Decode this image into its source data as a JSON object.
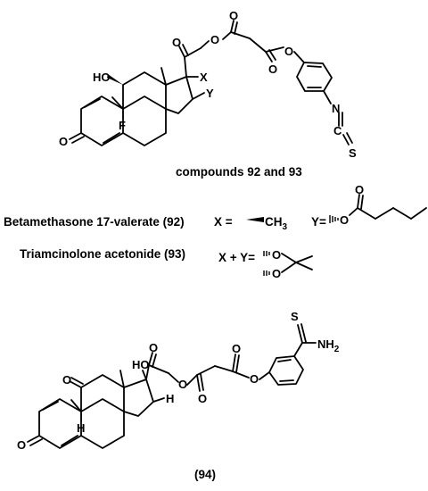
{
  "figure": {
    "top_structure": {
      "atoms": {
        "ho": "HO",
        "f": "F",
        "o_ketone": "O",
        "x": "X",
        "y": "Y",
        "o_c20": "O",
        "o_ester1": "O",
        "o_carbonyl1": "O",
        "o_carbonyl2": "O",
        "o_ester2": "O",
        "n": "N",
        "c": "C",
        "s": "S"
      },
      "caption": "compounds 92 and 93"
    },
    "definitions": {
      "betamethasone": {
        "label": "Betamethasone 17-valerate (92)",
        "x_eq": "X =",
        "ch3": "CH",
        "ch3_sub": "3",
        "y_eq": "Y=",
        "o_link": "O",
        "o_carbonyl": "O"
      },
      "triamcinolone": {
        "label": "Triamcinolone acetonide (93)",
        "xy_eq": "X + Y=",
        "o1": "O",
        "o2": "O"
      }
    },
    "bottom_structure": {
      "atoms": {
        "s": "S",
        "nh": "NH",
        "nh_sub": "2",
        "ho": "HO",
        "o_c11": "O",
        "o_c20": "O",
        "h_c9": "H",
        "h_c16": "H",
        "o_ketone": "O",
        "o_ester1": "O",
        "o_carbonyl1": "O",
        "o_carbonyl2": "O",
        "o_ester2": "O"
      },
      "caption": "(94)"
    }
  }
}
